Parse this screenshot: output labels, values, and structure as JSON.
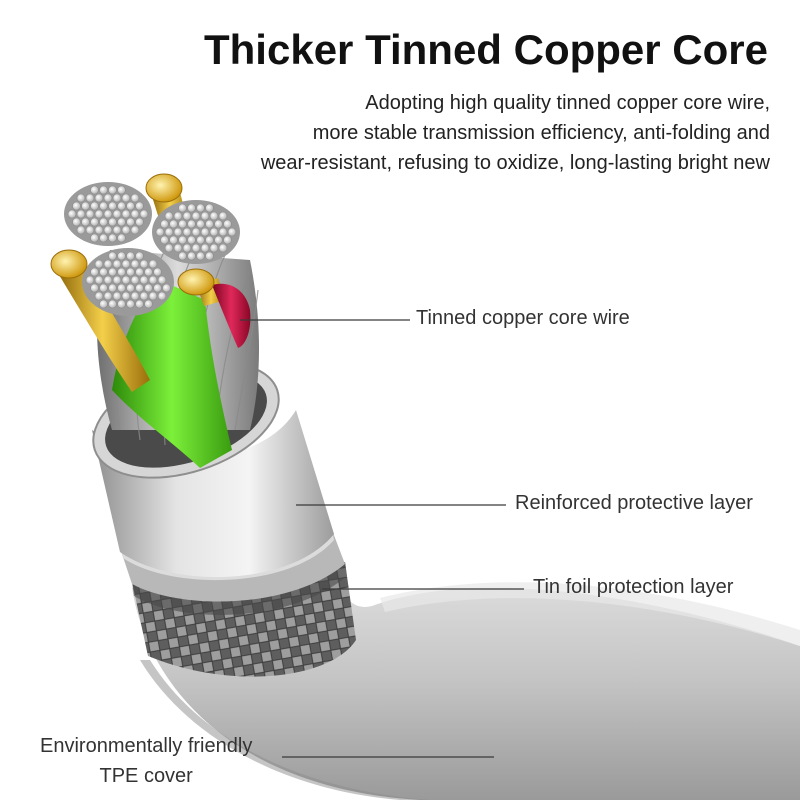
{
  "header": {
    "title": "Thicker Tinned Copper Core",
    "description": [
      "Adopting high quality tinned copper core wire,",
      "more stable transmission efficiency, anti-folding and",
      "wear-resistant, refusing to oxidize, long-lasting bright new"
    ]
  },
  "callouts": {
    "core": "Tinned copper core wire",
    "reinforced": "Reinforced protective layer",
    "tin": "Tin foil protection layer",
    "tpe": [
      "Environmentally friendly",
      "TPE cover"
    ]
  },
  "colors": {
    "title": "#111111",
    "text": "#333333",
    "cover": "#c2c2c2",
    "braid": "#7a7a7a",
    "green_wire": "#58d41a",
    "gold_wire": "#d9a414",
    "red_wire": "#c0103a",
    "copper_strands": "#e8e8e8"
  },
  "illustration": {
    "icon": "cable-cross-section-icon"
  }
}
